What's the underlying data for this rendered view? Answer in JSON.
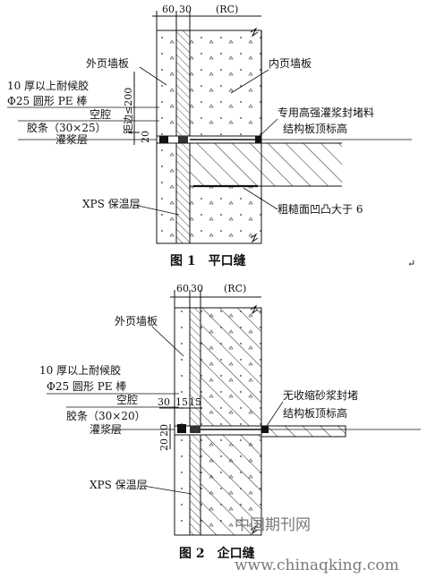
{
  "figure1": {
    "caption": "图 1　平口缝",
    "dims": {
      "a": "60",
      "b": "30",
      "rc": "(RC)",
      "range": "距边≤200",
      "twenty": "20"
    },
    "labels": {
      "outer_panel": "外页墙板",
      "inner_panel": "内页墙板",
      "sealant": "10 厚以上耐候胶",
      "pe_rod": "Φ25 圆形 PE 棒",
      "cavity": "空腔",
      "gasket": "胶条（30×25）",
      "grout": "灌浆层",
      "grout_seal": "专用高强灌浆封堵料",
      "slab_top": "结构板顶标高",
      "xps": "XPS 保温层",
      "rough": "粗糙面凹凸大于 6"
    }
  },
  "figure2": {
    "caption": "图 2　企口缝",
    "dims": {
      "a": "60",
      "b": "30",
      "rc": "(RC)",
      "d1": "30",
      "d2": "15",
      "d3": "15",
      "v1": "20",
      "v2": "20"
    },
    "labels": {
      "outer_panel": "外页墙板",
      "sealant": "10 厚以上耐候胶",
      "pe_rod": "Φ25 圆形 PE 棒",
      "cavity": "空腔",
      "gasket": "胶条（30×20）",
      "grout": "灌浆层",
      "mortar_seal": "无收缩砂浆封堵",
      "slab_top": "结构板顶标高",
      "xps": "XPS 保温层"
    }
  },
  "watermark": {
    "cn": "中国期刊网",
    "url": "www.chinaqking.com"
  },
  "symbols": {
    "return_mark": "↵"
  }
}
